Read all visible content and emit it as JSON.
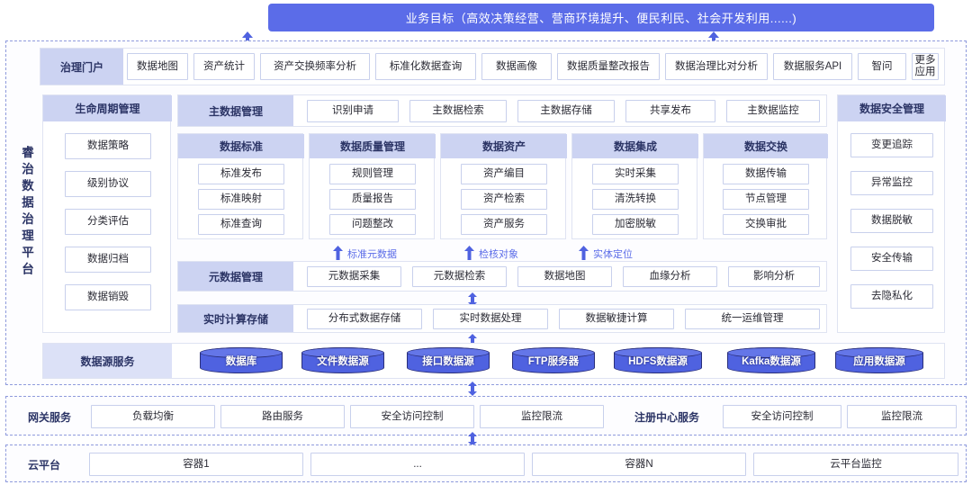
{
  "colors": {
    "accent": "#5b6ce8",
    "header_bg": "#ccd3f2",
    "chip_border": "#c8d0ec",
    "dashed_border": "#8f9bdc",
    "cylinder_fill": "#4f62e0",
    "cylinder_stroke": "#2a2f7a",
    "text": "#2b2b35",
    "header_text": "#2c3566"
  },
  "business_goal": {
    "label": "业务目标（高效决策经营、营商环境提升、便民利民、社会开发利用......)"
  },
  "platform_label": {
    "text": "睿治数据治理平台"
  },
  "portal": {
    "title": "治理门户",
    "apps": [
      {
        "label": "数据地图"
      },
      {
        "label": "资产统计"
      },
      {
        "label": "资产交换频率分析"
      },
      {
        "label": "标准化数据查询"
      },
      {
        "label": "数据画像"
      },
      {
        "label": "数据质量整改报告"
      },
      {
        "label": "数据治理比对分析"
      },
      {
        "label": "数据服务API"
      },
      {
        "label": "智问"
      },
      {
        "label": "更多应用"
      }
    ]
  },
  "lifecycle": {
    "title": "生命周期管理",
    "items": [
      {
        "label": "数据策略"
      },
      {
        "label": "级别协议"
      },
      {
        "label": "分类评估"
      },
      {
        "label": "数据归档"
      },
      {
        "label": "数据销毁"
      }
    ]
  },
  "master_data": {
    "title": "主数据管理",
    "items": [
      {
        "label": "识别申请"
      },
      {
        "label": "主数据检索"
      },
      {
        "label": "主数据存储"
      },
      {
        "label": "共享发布"
      },
      {
        "label": "主数据监控"
      }
    ]
  },
  "security": {
    "title": "数据安全管理",
    "items": [
      {
        "label": "变更追踪"
      },
      {
        "label": "异常监控"
      },
      {
        "label": "数据脱敏"
      },
      {
        "label": "安全传输"
      },
      {
        "label": "去隐私化"
      }
    ]
  },
  "domains": [
    {
      "title": "数据标准",
      "items": [
        {
          "label": "标准发布"
        },
        {
          "label": "标准映射"
        },
        {
          "label": "标准查询"
        }
      ]
    },
    {
      "title": "数据质量管理",
      "items": [
        {
          "label": "规则管理"
        },
        {
          "label": "质量报告"
        },
        {
          "label": "问题整改"
        }
      ]
    },
    {
      "title": "数据资产",
      "items": [
        {
          "label": "资产编目"
        },
        {
          "label": "资产检索"
        },
        {
          "label": "资产服务"
        }
      ]
    },
    {
      "title": "数据集成",
      "items": [
        {
          "label": "实时采集"
        },
        {
          "label": "清洗转换"
        },
        {
          "label": "加密脱敏"
        }
      ]
    },
    {
      "title": "数据交换",
      "items": [
        {
          "label": "数据传输"
        },
        {
          "label": "节点管理"
        },
        {
          "label": "交换审批"
        }
      ]
    }
  ],
  "flow_labels": [
    {
      "label": "标准元数据"
    },
    {
      "label": "检核对象"
    },
    {
      "label": "实体定位"
    }
  ],
  "metadata": {
    "title": "元数据管理",
    "items": [
      {
        "label": "元数据采集"
      },
      {
        "label": "元数据检索"
      },
      {
        "label": "数据地图"
      },
      {
        "label": "血缘分析"
      },
      {
        "label": "影响分析"
      }
    ]
  },
  "compute": {
    "title": "实时计算存储",
    "items": [
      {
        "label": "分布式数据存储"
      },
      {
        "label": "实时数据处理"
      },
      {
        "label": "数据敏捷计算"
      },
      {
        "label": "统一运维管理"
      }
    ]
  },
  "datasource": {
    "title": "数据源服务",
    "items": [
      {
        "label": "数据库"
      },
      {
        "label": "文件数据源"
      },
      {
        "label": "接口数据源"
      },
      {
        "label": "FTP服务器"
      },
      {
        "label": "HDFS数据源"
      },
      {
        "label": "Kafka数据源"
      },
      {
        "label": "应用数据源"
      }
    ]
  },
  "gateway": {
    "title": "网关服务",
    "items": [
      {
        "label": "负载均衡"
      },
      {
        "label": "路由服务"
      },
      {
        "label": "安全访问控制"
      },
      {
        "label": "监控限流"
      }
    ],
    "registry_title": "注册中心服务",
    "registry_items": [
      {
        "label": "安全访问控制"
      },
      {
        "label": "监控限流"
      }
    ]
  },
  "cloud": {
    "title": "云平台",
    "items": [
      {
        "label": "容器1"
      },
      {
        "label": "..."
      },
      {
        "label": "容器N"
      },
      {
        "label": "云平台监控"
      }
    ]
  }
}
